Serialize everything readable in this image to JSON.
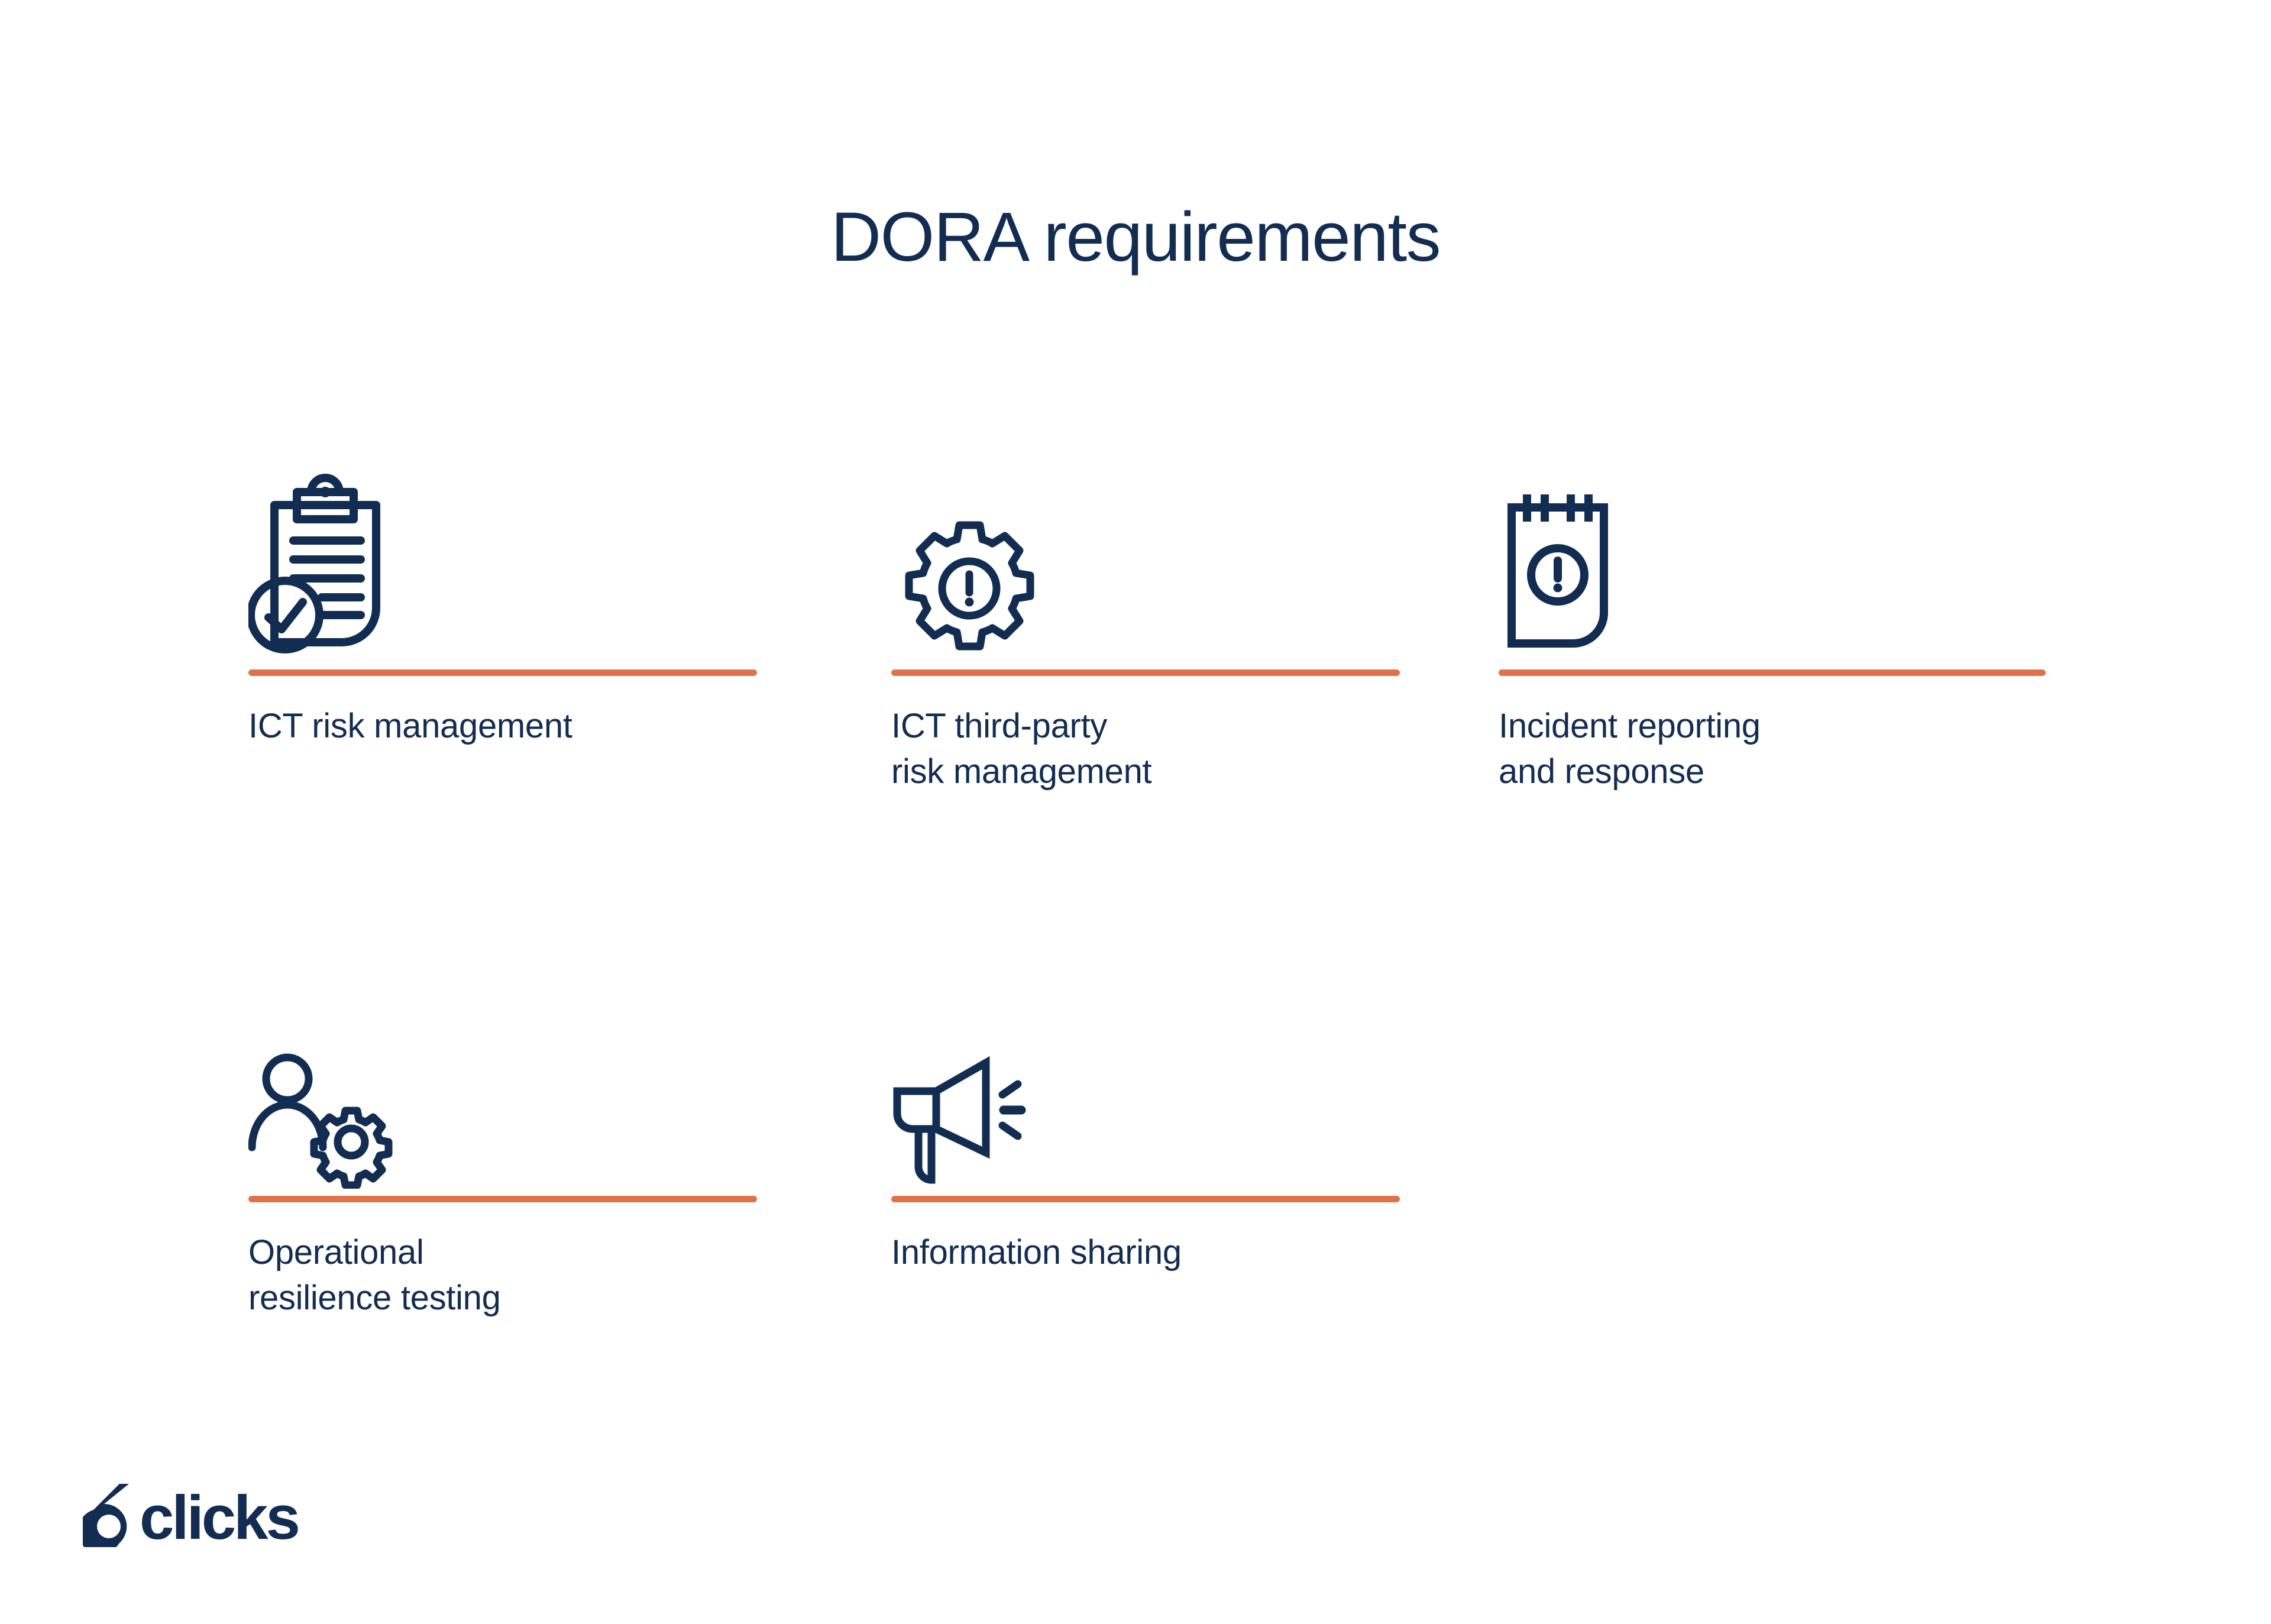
{
  "slide": {
    "title": "DORA requirements",
    "background_color": "#FFFFFF",
    "navy_color": "#132C51",
    "accent_color": "#E0724A"
  },
  "cards": [
    {
      "label": "ICT risk management",
      "icon": "clipboard-check-icon",
      "row": 1,
      "column": 1
    },
    {
      "label": "ICT third-party\nrisk management",
      "icon": "gear-alert-icon",
      "row": 1,
      "column": 2
    },
    {
      "label": "Incident reporting\nand response",
      "icon": "notepad-alert-icon",
      "row": 1,
      "column": 3
    },
    {
      "label": "Operational\nresilience testing",
      "icon": "user-gear-icon",
      "row": 2,
      "column": 1
    },
    {
      "label": "Information sharing",
      "icon": "megaphone-icon",
      "row": 2,
      "column": 2
    }
  ],
  "logo": {
    "name": "6clicks",
    "text": "clicks"
  }
}
